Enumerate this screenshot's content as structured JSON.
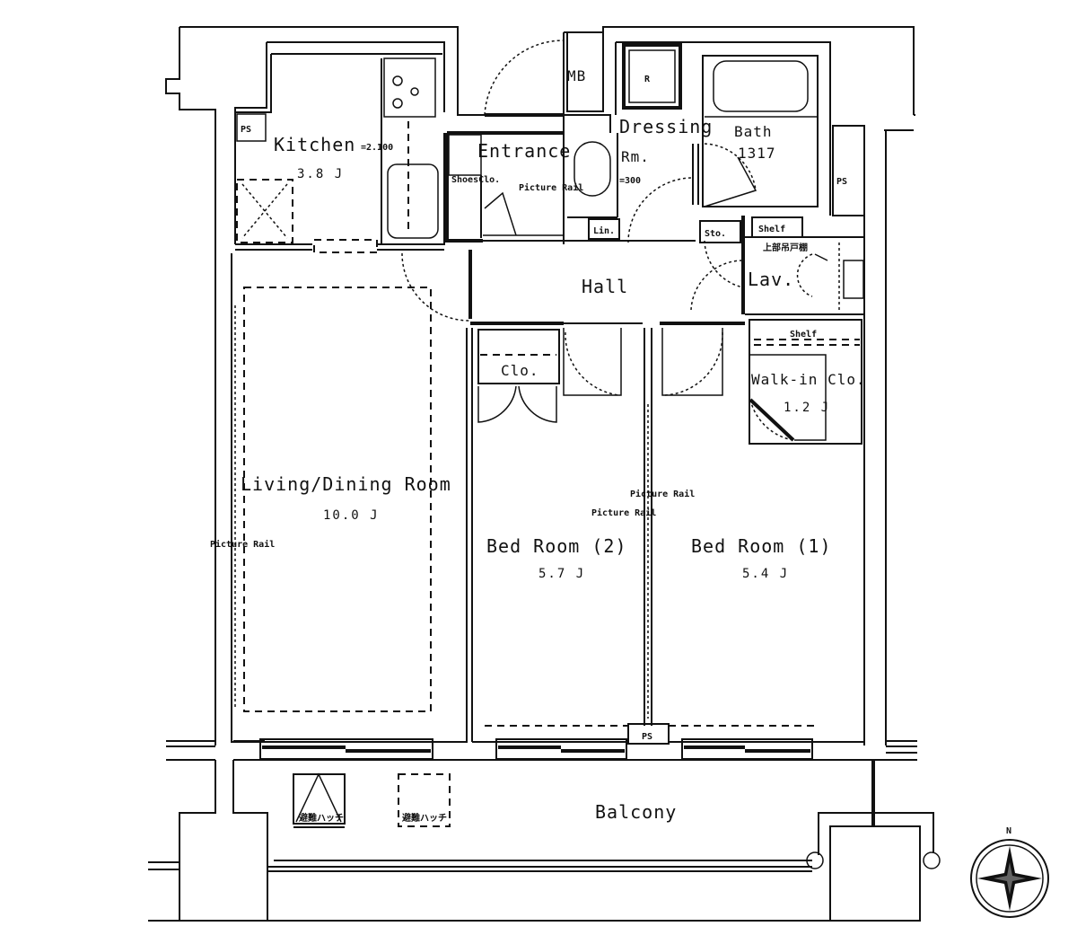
{
  "floor_plan": {
    "rooms": {
      "kitchen": {
        "label": "Kitchen",
        "note": "=2.100",
        "area": "3.8 J"
      },
      "entrance": {
        "label": "Entrance"
      },
      "shoes_closet": {
        "label": "ShoesClo."
      },
      "mb": {
        "label": "MB"
      },
      "refrigerator": {
        "label": "R"
      },
      "dressing": {
        "label": "Dressing",
        "label2": "Rm.",
        "note": "=300"
      },
      "bath": {
        "label": "Bath",
        "size": "1317"
      },
      "linen": {
        "label": "Lin."
      },
      "storage": {
        "label": "Sto."
      },
      "shelf_lav": {
        "label": "Shelf"
      },
      "lav_cabinet_note": {
        "label": "上部吊戸棚"
      },
      "lavatory": {
        "label": "Lav."
      },
      "hall": {
        "label": "Hall"
      },
      "closet": {
        "label": "Clo."
      },
      "walk_in_closet": {
        "label": "Walk-in Clo.",
        "area": "1.2 J"
      },
      "shelf_wic": {
        "label": "Shelf"
      },
      "living_dining": {
        "label": "Living/Dining Room",
        "area": "10.0 J"
      },
      "bedroom2": {
        "label": "Bed Room (2)",
        "area": "5.7 J"
      },
      "bedroom1": {
        "label": "Bed Room (1)",
        "area": "5.4 J"
      },
      "balcony": {
        "label": "Balcony"
      }
    },
    "picture_rails": {
      "entrance": "Picture Rail",
      "living": "Picture Rail",
      "bedroom_a": "Picture Rail",
      "bedroom_b": "Picture Rail"
    },
    "pipe_spaces": [
      "PS",
      "PS",
      "PS"
    ],
    "balcony_items": [
      "避難ハッチ",
      "避難ハッチ"
    ],
    "compass": {
      "north_label": "N"
    }
  }
}
